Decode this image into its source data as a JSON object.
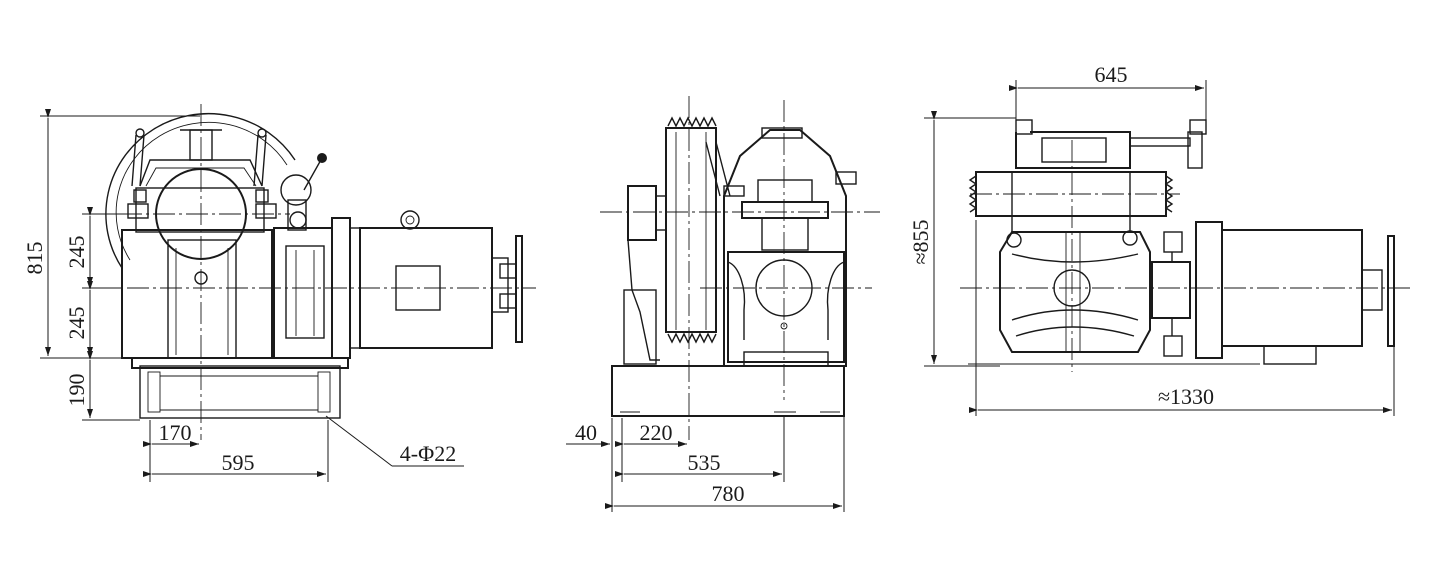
{
  "dimensions": {
    "front": {
      "d815": "815",
      "d245a": "245",
      "d245b": "245",
      "d190": "190",
      "d170": "170",
      "d595": "595",
      "holes": "4-Φ22"
    },
    "side": {
      "d40": "40",
      "d220": "220",
      "d535": "535",
      "d780": "780"
    },
    "top": {
      "d645": "645",
      "d855": "≈855",
      "d1330": "≈1330"
    }
  }
}
